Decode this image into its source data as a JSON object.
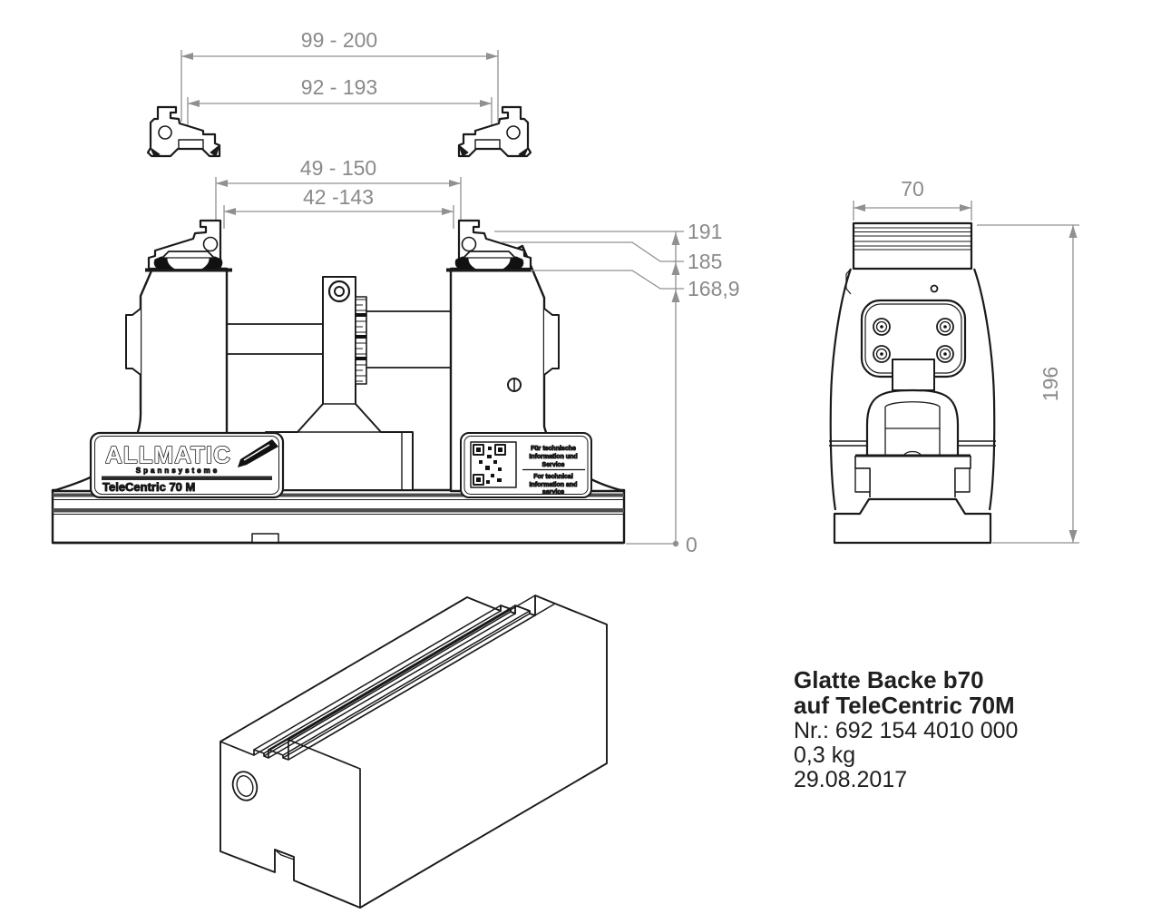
{
  "dimensions": {
    "top_outer": "99 - 200",
    "top_inner": "92 - 193",
    "mid_outer": "49 - 150",
    "mid_inner": "42 -143",
    "height_top": "191",
    "height_step": "185",
    "height_seat": "168,9",
    "height_base": "0",
    "side_width": "70",
    "side_height": "196"
  },
  "plates": {
    "brand": "ALLMATIC",
    "brand_sub": "Spannsysteme",
    "model": "TeleCentric 70 M",
    "info": [
      "Für technische",
      "Information und",
      "Service",
      "For technical",
      "Information and",
      "service"
    ]
  },
  "title_block": {
    "line1": "Glatte Backe b70",
    "line2": "auf TeleCentric 70M",
    "part_number": "Nr.: 692 154 4010 000",
    "weight": "0,3 kg",
    "date": "29.08.2017"
  },
  "colors": {
    "line": "#1a1a1a",
    "dim": "#8a8a8a",
    "background": "#ffffff"
  }
}
